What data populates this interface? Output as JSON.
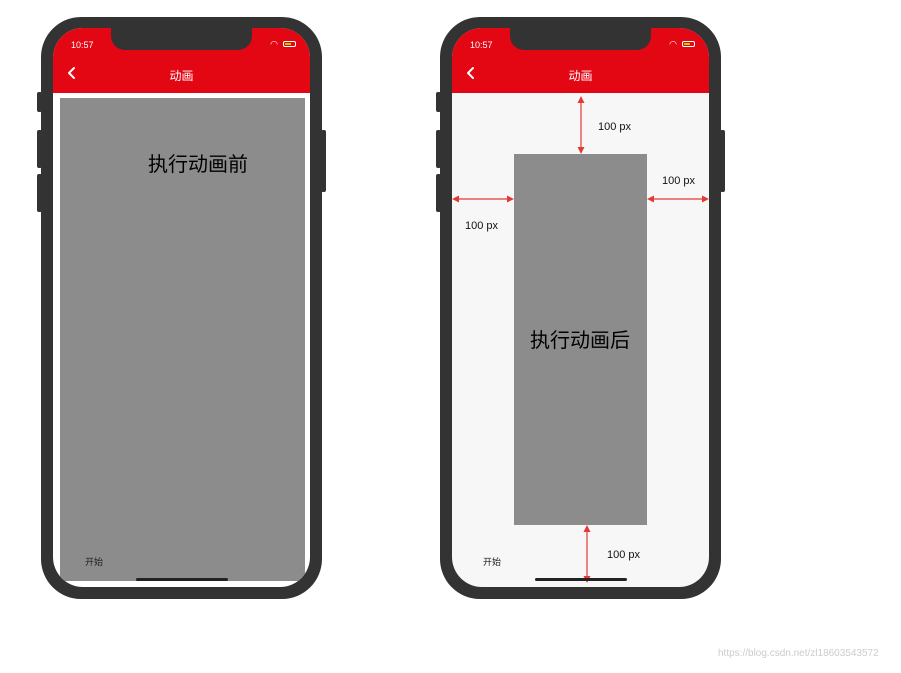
{
  "status_bar": {
    "time": "10:57"
  },
  "nav": {
    "title": "动画"
  },
  "before_screen": {
    "box_label": "执行动画前",
    "start_label": "开始"
  },
  "after_screen": {
    "box_label": "执行动画后",
    "start_label": "开始",
    "dimensions": {
      "top": "100 px",
      "left": "100 px",
      "right": "100 px",
      "bottom": "100 px"
    }
  },
  "watermark": "https://blog.csdn.net/zl18603543572",
  "colors": {
    "header": "#e30613",
    "box": "#8c8c8c",
    "device": "#333333",
    "arrow": "#e53935"
  },
  "icons": {
    "back": "chevron-left-icon",
    "wifi": "wifi-icon",
    "battery": "battery-icon"
  }
}
